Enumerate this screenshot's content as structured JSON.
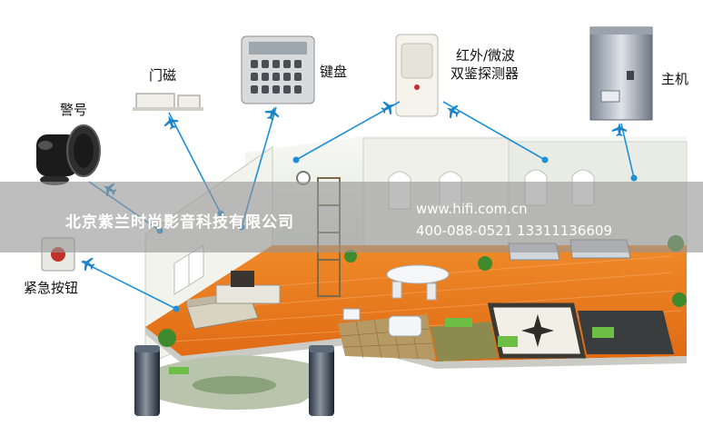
{
  "devices": {
    "siren": "警号",
    "door_magnet": "门磁",
    "keypad": "键盘",
    "pir_line1": "红外/微波",
    "pir_line2": "双鉴探测器",
    "host": "主机",
    "panic_button": "紧急按钮"
  },
  "banner": {
    "company": "北京紫兰时尚影音科技有限公司",
    "website": "www.hifi.com.cn",
    "phones": "400-088-0521  13311136609"
  },
  "colors": {
    "floor": "#e8781e",
    "wall": "#f2f4ee",
    "link_line": "#1e8fd6",
    "plane": "#1b84c9",
    "banner": "#969696"
  }
}
